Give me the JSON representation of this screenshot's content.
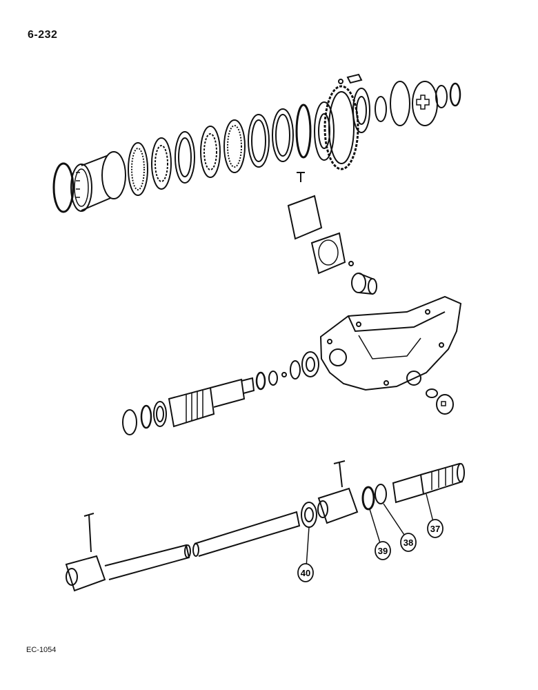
{
  "page": {
    "page_number": "6-232",
    "footer_code": "EC-1054"
  },
  "callouts": [
    {
      "label": "37"
    },
    {
      "label": "38"
    },
    {
      "label": "39"
    },
    {
      "label": "40"
    }
  ]
}
